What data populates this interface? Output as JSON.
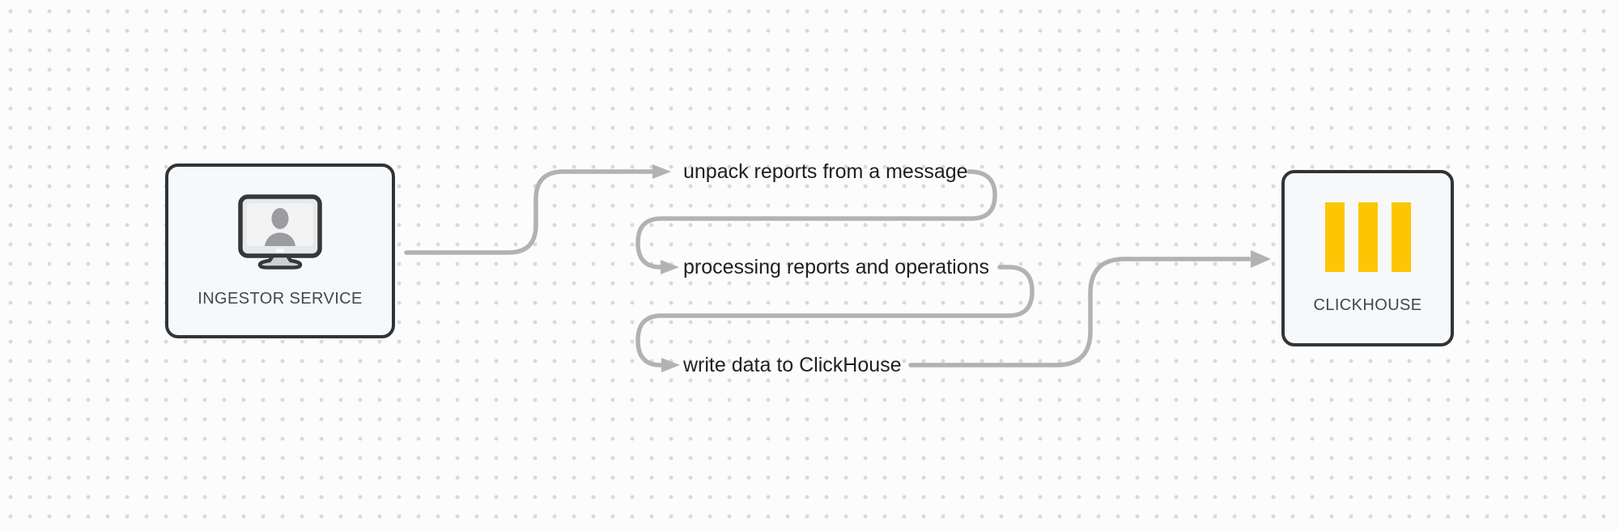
{
  "diagram": {
    "nodes": {
      "ingestor": {
        "label": "INGESTOR SERVICE",
        "icon": "monitor-user-icon"
      },
      "clickhouse": {
        "label": "CLICKHOUSE",
        "icon": "clickhouse-logo-icon"
      }
    },
    "steps": [
      {
        "label": "unpack reports from a message"
      },
      {
        "label": "processing reports and operations"
      },
      {
        "label": "write data to ClickHouse"
      }
    ],
    "colors": {
      "background": "#fcfcfc",
      "grid_dot": "#d9d9d9",
      "connector": "#b2b2b2",
      "node_border": "#2f3438",
      "node_fill": "#f7f8f9",
      "node_label_text": "#43474a",
      "step_label_text": "#1d1f21",
      "clickhouse_yellow": "#fdc605"
    }
  }
}
